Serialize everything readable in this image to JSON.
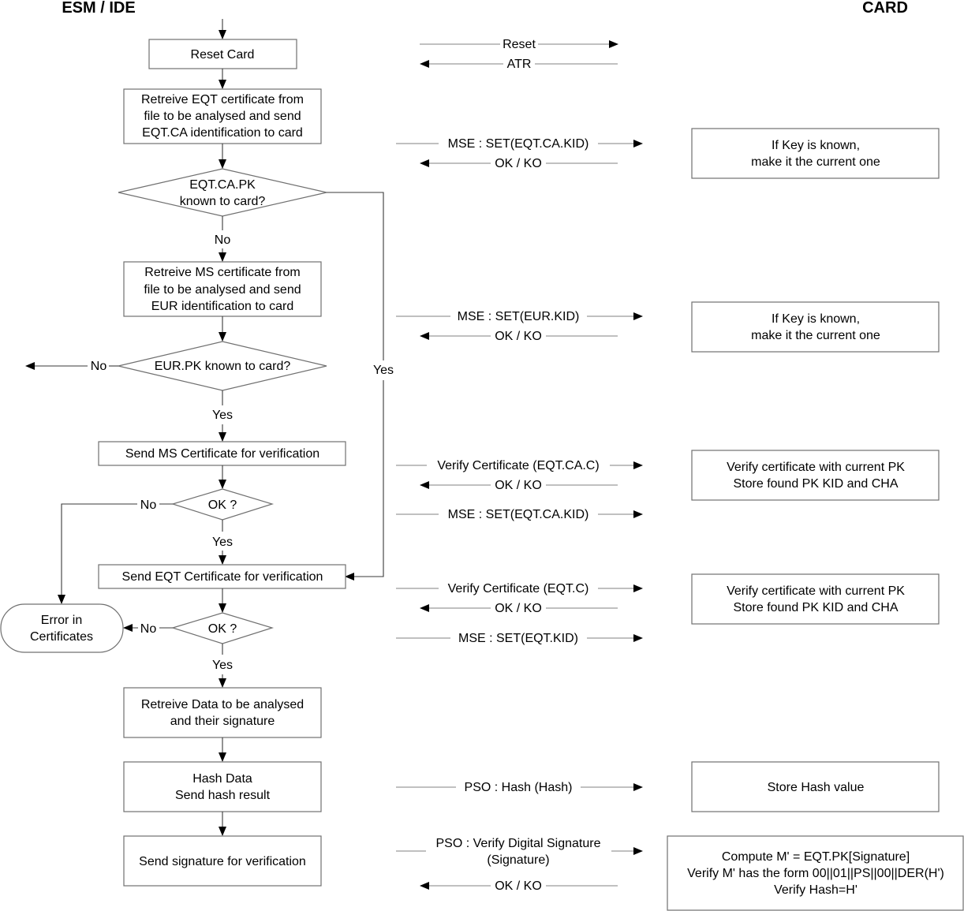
{
  "headers": {
    "left": "ESM / IDE",
    "right": "CARD"
  },
  "flow": {
    "reset_card": "Reset Card",
    "retrieve_eqt": [
      "Retreive EQT certificate from",
      "file to be analysed and send",
      "EQT.CA identification to card"
    ],
    "decision_eqt_ca": [
      "EQT.CA.PK",
      "known to card?"
    ],
    "retrieve_ms": [
      "Retreive MS certificate from",
      "file to be analysed and send",
      "EUR identification to card"
    ],
    "decision_eur": "EUR.PK known to card?",
    "send_ms_cert": "Send MS Certificate for verification",
    "ok_1": "OK ?",
    "send_eqt_cert": "Send EQT Certificate for verification",
    "ok_2": "OK ?",
    "error": [
      "Error in",
      "Certificates"
    ],
    "retrieve_data": [
      "Retreive Data to be analysed",
      "and their signature"
    ],
    "hash_data": [
      "Hash Data",
      "Send hash result"
    ],
    "send_signature": "Send signature for verification"
  },
  "branch_labels": {
    "no_eqt_ca": "No",
    "yes_eqt_ca": "Yes",
    "no_eur": "No",
    "yes_eur": "Yes",
    "no_ok1": "No",
    "yes_ok1": "Yes",
    "no_ok2": "No",
    "yes_ok2": "Yes"
  },
  "messages": {
    "reset": "Reset",
    "atr": "ATR",
    "mse_eqt_ca_kid_1": "MSE : SET(EQT.CA.KID)",
    "okko_1": "OK / KO",
    "mse_eur_kid": "MSE : SET(EUR.KID)",
    "okko_2": "OK / KO",
    "verify_eqt_ca_c": "Verify Certificate (EQT.CA.C)",
    "okko_3": "OK / KO",
    "mse_eqt_ca_kid_2": "MSE : SET(EQT.CA.KID)",
    "verify_eqt_c": "Verify Certificate (EQT.C)",
    "okko_4": "OK / KO",
    "mse_eqt_kid": "MSE : SET(EQT.KID)",
    "pso_hash": "PSO : Hash (Hash)",
    "pso_verify": [
      "PSO : Verify Digital Signature",
      "(Signature)"
    ],
    "okko_5": "OK / KO"
  },
  "card": {
    "key_known_1": [
      "If Key is known,",
      "make it the current one"
    ],
    "key_known_2": [
      "If Key is known,",
      "make it the current one"
    ],
    "verify_cert_1": [
      "Verify certificate with current PK",
      "Store found PK KID and CHA"
    ],
    "verify_cert_2": [
      "Verify certificate with current PK",
      "Store found PK KID and CHA"
    ],
    "store_hash": "Store Hash value",
    "compute": [
      "Compute M' = EQT.PK[Signature]",
      "Verify M' has the form 00||01||PS||00||DER(H')",
      "Verify Hash=H'"
    ]
  }
}
